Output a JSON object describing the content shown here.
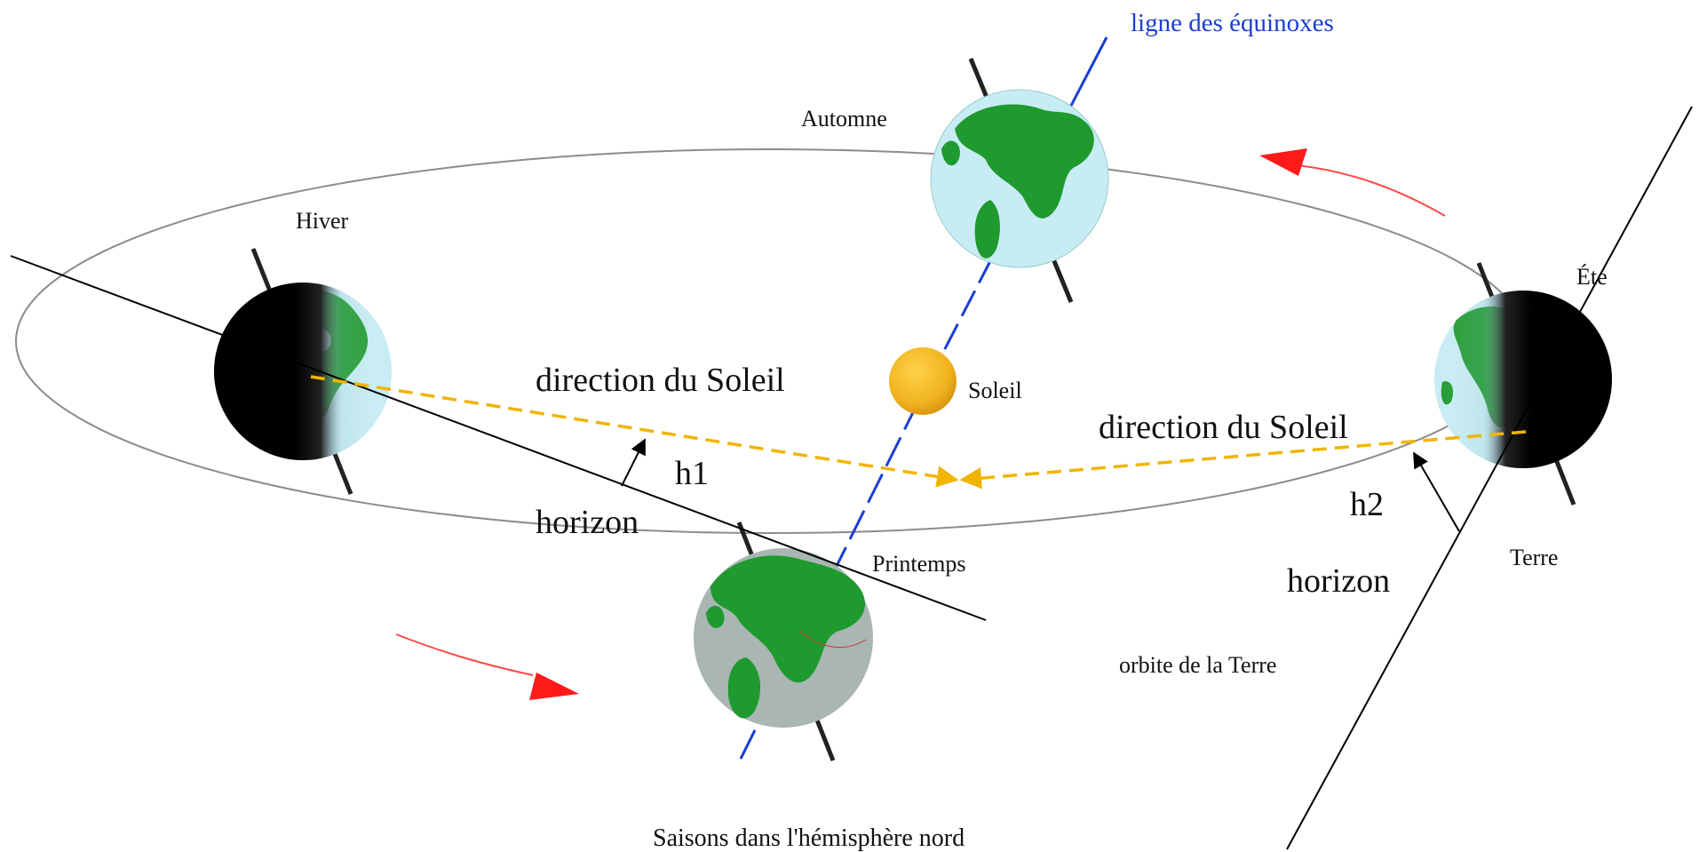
{
  "labels": {
    "equinox_line": "ligne des équinoxes",
    "autumn": "Automne",
    "winter": "Hiver",
    "summer": "Éte",
    "sun": "Soleil",
    "spring": "Printemps",
    "earth": "Terre",
    "orbit": "orbite de la Terre",
    "caption": "Saisons dans l'hémisphère nord",
    "sun_direction_left": "direction du Soleil",
    "sun_direction_right": "direction du Soleil",
    "h1": "h1",
    "h2": "h2",
    "horizon_left": "horizon",
    "horizon_right": "horizon"
  },
  "colors": {
    "ocean": "#c8ecf4",
    "land": "#1f9a2e",
    "night": "#000000",
    "spring_ocean": "#a9b6b4",
    "sun": "#f0b21e",
    "sun_ray": "#f1b400",
    "equinox_line": "#1a3fd1",
    "motion_arrow": "#ff1a1a",
    "orbit": "#8c8c8c"
  }
}
